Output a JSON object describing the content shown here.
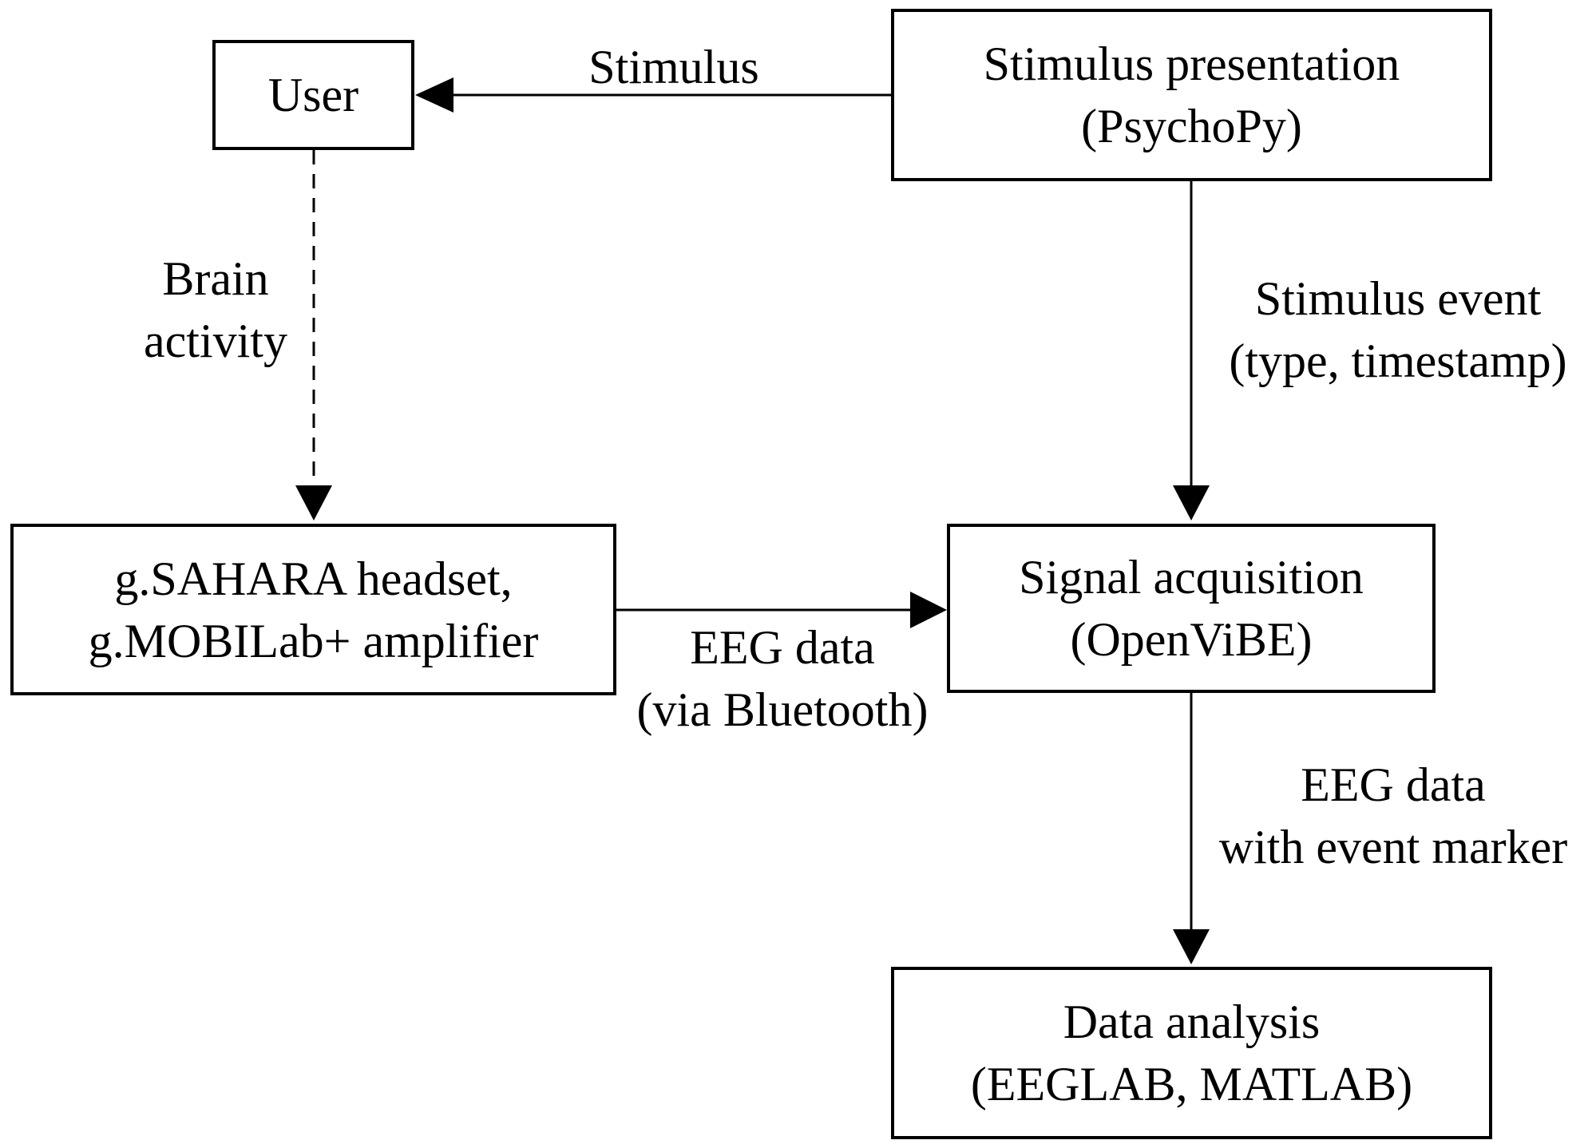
{
  "nodes": {
    "user": {
      "label": "User"
    },
    "stimulus_presentation": {
      "line1": "Stimulus presentation",
      "line2": "(PsychoPy)"
    },
    "headset": {
      "line1": "g.SAHARA headset,",
      "line2": "g.MOBILab+ amplifier"
    },
    "signal_acquisition": {
      "line1": "Signal acquisition",
      "line2": "(OpenViBE)"
    },
    "data_analysis": {
      "line1": "Data analysis",
      "line2": "(EEGLAB, MATLAB)"
    }
  },
  "edges": {
    "stimulus": {
      "label": "Stimulus"
    },
    "brain_activity": {
      "line1": "Brain",
      "line2": "activity"
    },
    "stimulus_event": {
      "line1": "Stimulus event",
      "line2": "(type, timestamp)"
    },
    "eeg_data": {
      "line1": "EEG data",
      "line2": "(via Bluetooth)"
    },
    "eeg_with_marker": {
      "line1": "EEG data",
      "line2": "with event marker"
    }
  }
}
